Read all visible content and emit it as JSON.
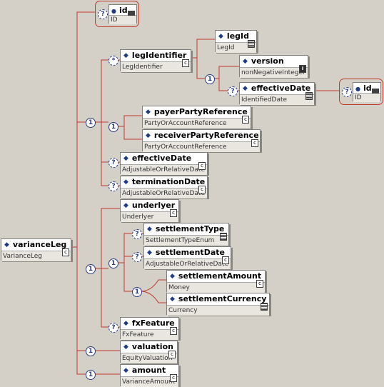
{
  "root": {
    "name": "varianceLeg",
    "type": "VarianceLeg"
  },
  "root_attr": {
    "name": "id",
    "type": "ID"
  },
  "legIdentifier": {
    "name": "legIdentifier",
    "type": "LegIdentifier",
    "icon": "complex-type-icon"
  },
  "legId": {
    "name": "legId",
    "type": "LegId"
  },
  "version": {
    "name": "version",
    "type": "nonNegativeInteger"
  },
  "effectiveDate_id": {
    "name": "effectiveDate",
    "type": "IdentifiedDate"
  },
  "effectiveDate_attr": {
    "name": "id",
    "type": "ID"
  },
  "payerPartyReference": {
    "name": "payerPartyReference",
    "type": "PartyOrAccountReference"
  },
  "receiverPartyReference": {
    "name": "receiverPartyReference",
    "type": "PartyOrAccountReference"
  },
  "effectiveDate": {
    "name": "effectiveDate",
    "type": "AdjustableOrRelativeDate"
  },
  "terminationDate": {
    "name": "terminationDate",
    "type": "AdjustableOrRelativeDate"
  },
  "underlyer": {
    "name": "underlyer",
    "type": "Underlyer"
  },
  "settlementType": {
    "name": "settlementType",
    "type": "SettlementTypeEnum"
  },
  "settlementDate": {
    "name": "settlementDate",
    "type": "AdjustableOrRelativeDate"
  },
  "settlementAmount": {
    "name": "settlementAmount",
    "type": "Money"
  },
  "settlementCurrency": {
    "name": "settlementCurrency",
    "type": "Currency"
  },
  "fxFeature": {
    "name": "fxFeature",
    "type": "FxFeature"
  },
  "valuation": {
    "name": "valuation",
    "type": "EquityValuation"
  },
  "amount": {
    "name": "amount",
    "type": "VarianceAmount"
  },
  "markers": {
    "one": "1",
    "optional": "?",
    "many": "*"
  },
  "colors": {
    "wire": "#c0392b",
    "background": "#d4d0c8",
    "marker": "#2b3a8a"
  }
}
